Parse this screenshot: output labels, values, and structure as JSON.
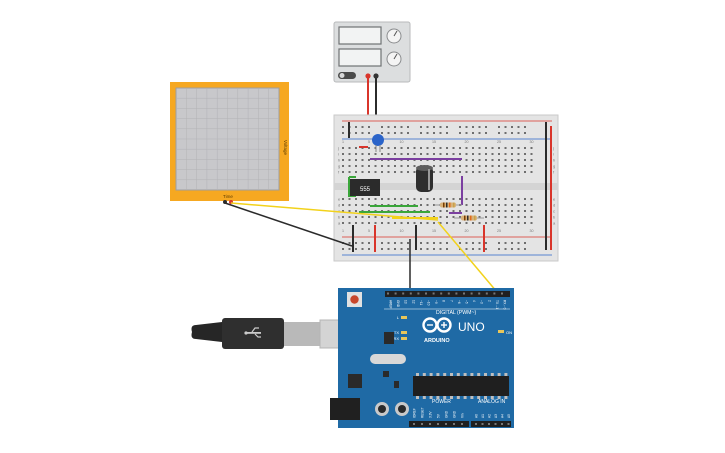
{
  "oscilloscope": {
    "side_label": "Voltage",
    "bottom_label": "Time",
    "frame_color": "#f6a821",
    "screen_color": "#c8c8cb"
  },
  "power_supply": {
    "body_color": "#dcdedf",
    "positive_terminal_color": "#d9352b",
    "negative_terminal_color": "#333333"
  },
  "breadboard": {
    "row_labels_top": [
      "j",
      "i",
      "h",
      "g",
      "f"
    ],
    "row_labels_bottom": [
      "e",
      "d",
      "c",
      "b",
      "a"
    ],
    "column_numbers": [
      "1",
      "5",
      "10",
      "15",
      "20",
      "25",
      "30"
    ]
  },
  "chip": {
    "label": "555"
  },
  "arduino": {
    "board_color": "#1f6aa5",
    "logo_text": "ARDUINO",
    "model_text": "UNO",
    "digital_label": "DIGITAL (PWM~)",
    "power_label": "POWER",
    "analog_label": "ANALOG IN",
    "on_label": "ON",
    "led_labels": [
      "L",
      "TX",
      "RX"
    ],
    "top_pin_labels": [
      "AREF",
      "GND",
      "13",
      "12",
      "~11",
      "~10",
      "~9",
      "8",
      "7",
      "~6",
      "~5",
      "4",
      "~3",
      "2",
      "TX→1",
      "RX←0"
    ],
    "power_pin_labels": [
      "IOREF",
      "RESET",
      "3.3V",
      "5V",
      "GND",
      "GND",
      "Vin"
    ],
    "analog_pin_labels": [
      "A0",
      "A1",
      "A2",
      "A3",
      "A4",
      "A5"
    ]
  },
  "wire_colors": {
    "red": "#d9352b",
    "black": "#2b2b2b",
    "yellow": "#f2d21b",
    "green": "#3aa63a",
    "purple": "#7b3fa0"
  }
}
